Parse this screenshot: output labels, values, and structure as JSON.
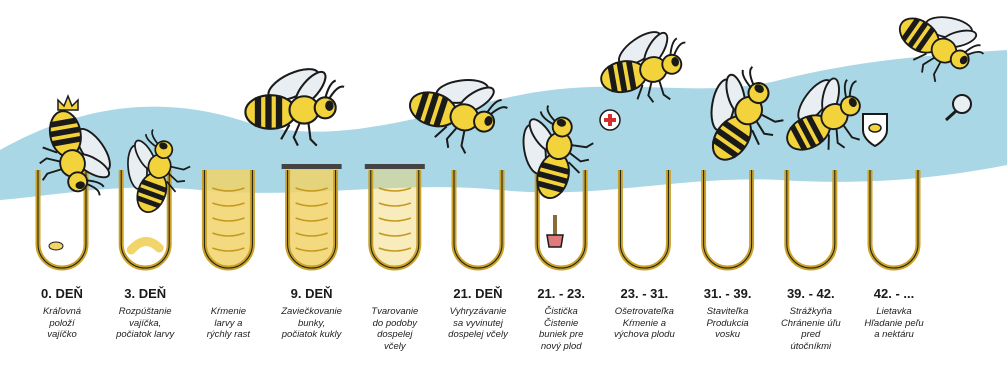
{
  "colors": {
    "cell_outline": "#c9a227",
    "cell_fill": "#f1d46a",
    "background_band": "#a9d7e6",
    "bee_yellow": "#f2d33b",
    "bee_black": "#1a1a1a",
    "wing": "#e9eef2"
  },
  "stages": [
    {
      "day": "0. DEŇ",
      "lines": [
        "Kráľovná",
        "položí",
        "vajíčko"
      ],
      "content": "egg"
    },
    {
      "day": "3. DEŇ",
      "lines": [
        "Rozpúštanie",
        "vajíčka,",
        "počiatok larvy"
      ],
      "content": "larva-small"
    },
    {
      "day": "",
      "lines": [
        "Kŕmenie",
        "larvy a",
        "rýchly rast"
      ],
      "content": "larva-big"
    },
    {
      "day": "9. DEŇ",
      "lines": [
        "Zaviečkovanie",
        "bunky,",
        "počiatok kukly"
      ],
      "content": "larva-capped"
    },
    {
      "day": "",
      "lines": [
        "Tvarovanie",
        "do podoby",
        "dospelej",
        "včely"
      ],
      "content": "pupa"
    },
    {
      "day": "21. DEŇ",
      "lines": [
        "Vyhryzávanie",
        "sa vyvinutej",
        "dospelej včely"
      ],
      "content": "empty"
    },
    {
      "day": "21. - 23.",
      "lines": [
        "Čistička",
        "Čistenie",
        "buniek pre",
        "nový plod"
      ],
      "content": "empty"
    },
    {
      "day": "23. - 31.",
      "lines": [
        "Ošetrovateľka",
        "Kŕmenie a",
        "výchova plodu"
      ],
      "content": "empty"
    },
    {
      "day": "31. - 39.",
      "lines": [
        "Staviteľka",
        "Produkcia",
        "vosku"
      ],
      "content": "empty"
    },
    {
      "day": "39. - 42.",
      "lines": [
        "Strážkyňa",
        "Chránenie úľu",
        "pred",
        "útočníkmi"
      ],
      "content": "empty"
    },
    {
      "day": "42. - ...",
      "lines": [
        "Lietavka",
        "Hľadanie peľu",
        "a nektáru"
      ],
      "content": "empty"
    }
  ],
  "bees": [
    {
      "role": "queen",
      "icon": "crown-icon"
    },
    {
      "role": "hatching-bee"
    },
    {
      "role": "capping-bee"
    },
    {
      "role": "emerging-bee"
    },
    {
      "role": "cleaner-bee",
      "icon": "brush-icon"
    },
    {
      "role": "nurse-bee",
      "icon": "nurse-cap-icon"
    },
    {
      "role": "builder-bee"
    },
    {
      "role": "guard-bee",
      "icon": "shield-icon"
    },
    {
      "role": "forager-bee",
      "icon": "magnifier-icon"
    }
  ]
}
